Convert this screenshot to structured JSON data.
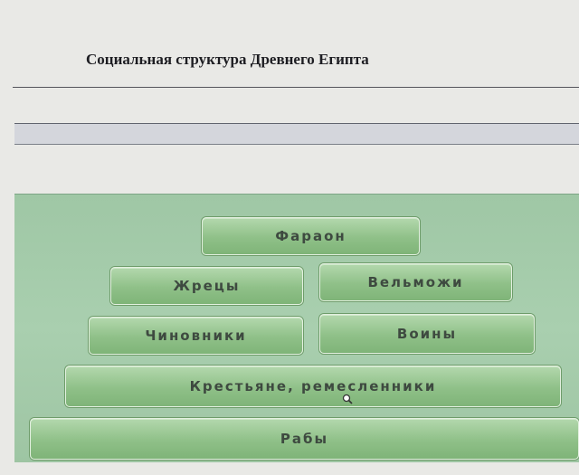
{
  "header": {
    "title": "Социальная структура Древнего Египта"
  },
  "answer_field": {
    "value": ""
  },
  "pyramid": {
    "blocks": [
      {
        "label": "Фараон"
      },
      {
        "label": "Жрецы"
      },
      {
        "label": "Вельможи"
      },
      {
        "label": "Чиновники"
      },
      {
        "label": "Воины"
      },
      {
        "label": "Крестьяне, ремесленники"
      },
      {
        "label": "Рабы"
      }
    ]
  },
  "colors": {
    "panel": "#a9cfaf",
    "block": "#8fc088",
    "block_text": "#3e4a40"
  }
}
